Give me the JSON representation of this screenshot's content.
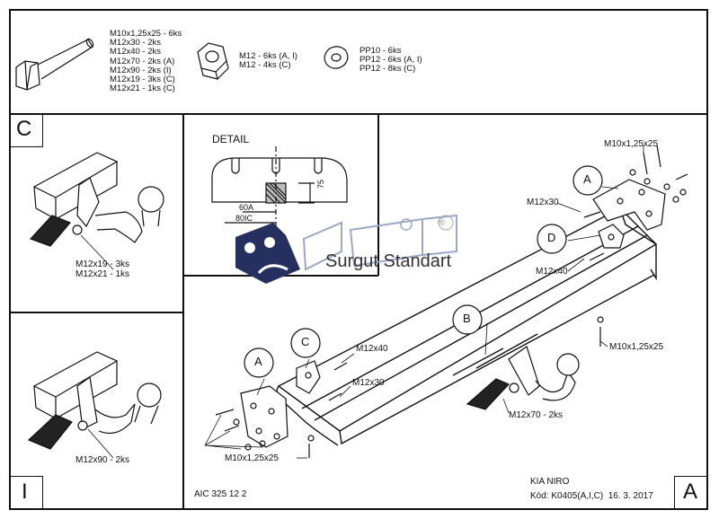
{
  "parts": {
    "bolts": [
      "M10x1,25x25 - 6ks",
      "M12x30 - 2ks",
      "M12x40 - 2ks",
      "M12x70 - 2ks (A)",
      "M12x90 - 2ks (I)",
      "M12x19 - 3ks (C)",
      "M12x21 - 1ks (C)"
    ],
    "nuts": [
      "M12 - 6ks (A, I)",
      "M12 - 4ks (C)"
    ],
    "washers": [
      "PP10 - 6ks",
      "PP12 - 6ks (A, I)",
      "PP12 - 8ks (C)"
    ]
  },
  "variants": {
    "c": {
      "letter": "C",
      "bolt1": "M12x19 - 3ks",
      "bolt2": "M12x21 - 1ks"
    },
    "i": {
      "letter": "I",
      "bolt": "M12x90 - 2ks"
    },
    "a": {
      "letter": "A"
    }
  },
  "detail": {
    "title": "DETAIL",
    "dim_75": "75",
    "dim_60a": "60A",
    "dim_80ic": "80IC"
  },
  "callouts": {
    "a": "A",
    "b": "B",
    "c": "C",
    "d": "D"
  },
  "labels": {
    "m10_top": "M10x1,25x25",
    "m12x30_top": "M12x30",
    "m12x40_top": "M12x40",
    "m10_right": "M10x1,25x25",
    "m12x40_mid": "M12x40",
    "m12x30_mid": "M12x30",
    "m12x70": "M12x70 - 2ks",
    "m10_bottom": "M10x1,25x25"
  },
  "logo": {
    "text": "Surgut Standart",
    "mark": "®"
  },
  "footer": {
    "code": "AIC 325 12 2",
    "model": "KIA NIRO",
    "kod": "Kód: K0405(A,I,C)  16. 3. 2017"
  }
}
